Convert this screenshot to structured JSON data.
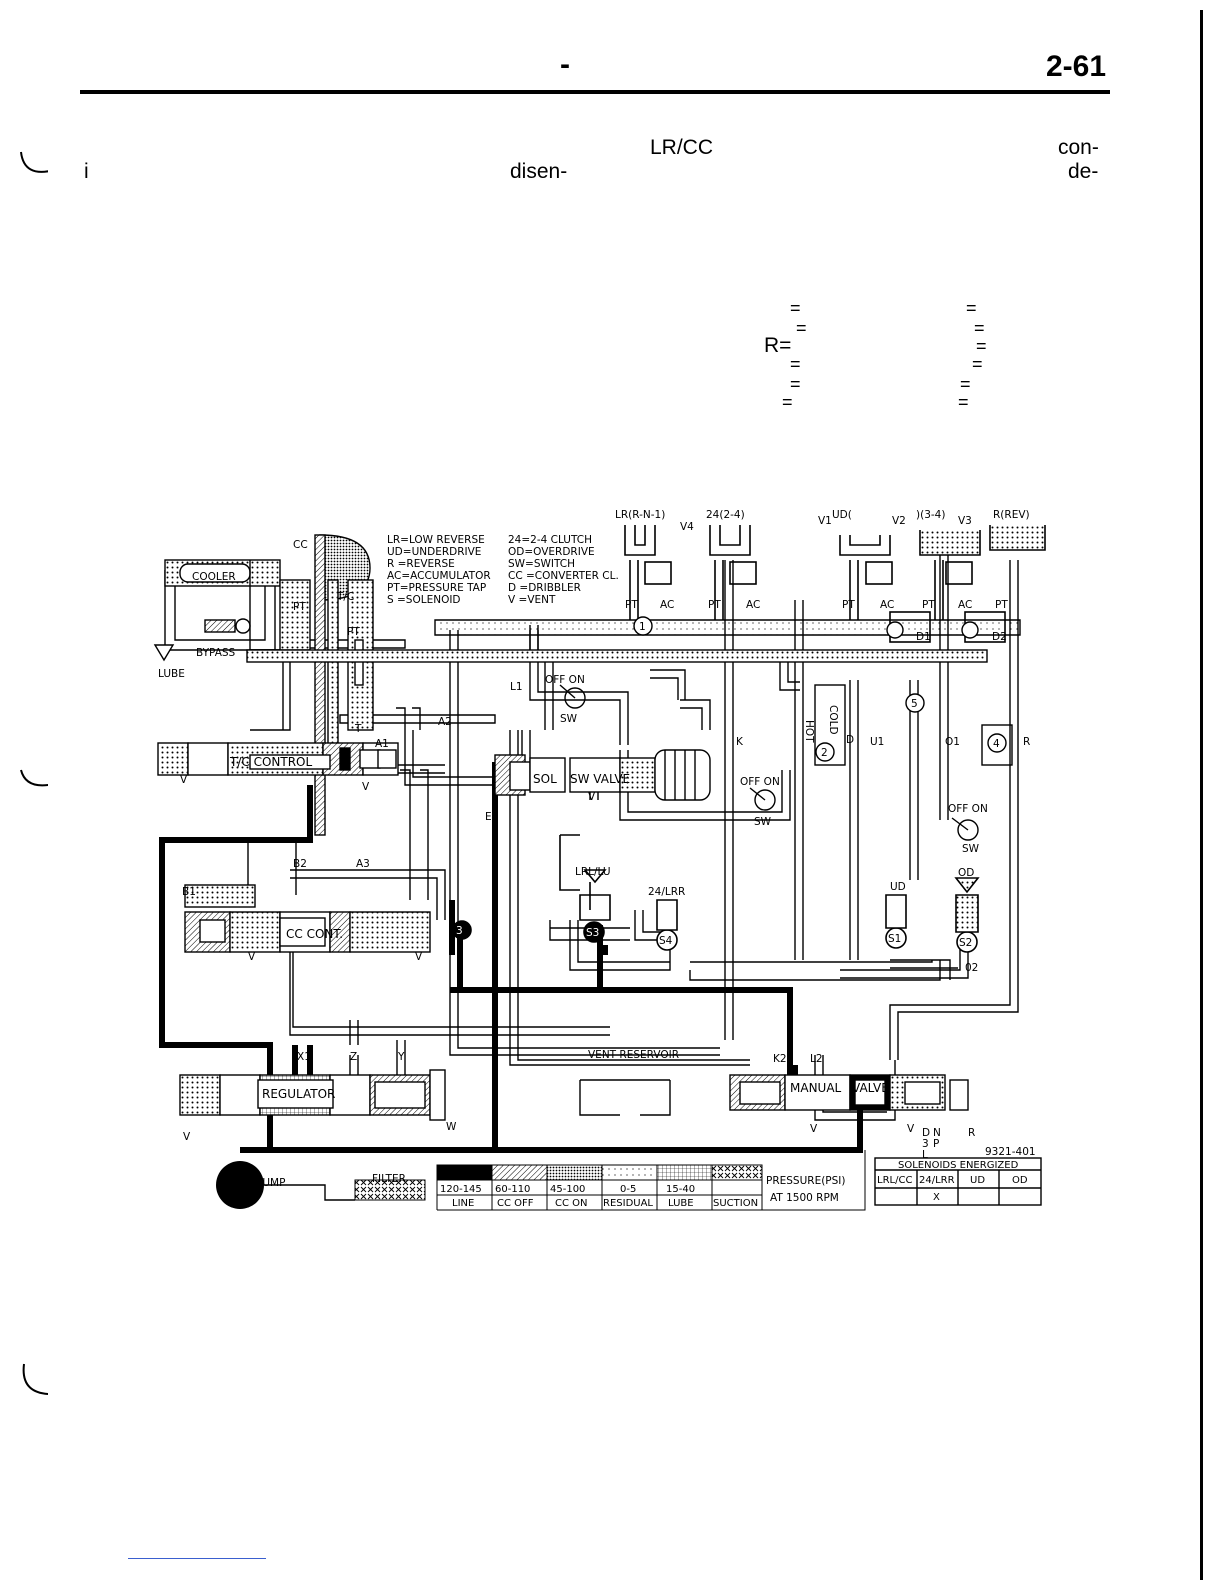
{
  "header": {
    "dash": "-",
    "page_number": "2-61"
  },
  "body_fragments": {
    "lrcc": "LR/CC",
    "con": "con-",
    "i": "i",
    "disen": "disen-",
    "de": "de-",
    "eq_r": "R=",
    "eq": "="
  },
  "figure": {
    "legend": [
      "LR=LOW REVERSE",
      "UD=UNDERDRIVE",
      "R =REVERSE",
      "AC=ACCUMULATOR",
      "PT=PRESSURE TAP",
      "S =SOLENOID",
      "24=2-4 CLUTCH",
      "OD=OVERDRIVE",
      "SW=SWITCH",
      "CC =CONVERTER CL.",
      "D =DRIBBLER",
      "V =VENT"
    ],
    "labels": {
      "cc": "CC",
      "cooler": "COOLER",
      "bypass": "BYPASS",
      "lube": "LUBE",
      "pt": "PT",
      "tc": "T/C",
      "t": "T",
      "a1": "A1",
      "a2": "A2",
      "a3": "A3",
      "b1": "B1",
      "b2": "B2",
      "v": "V",
      "e": "E",
      "tc_control": "T/C CONTROL",
      "cc_cont": "CC CONT.",
      "regulator": "REGULATOR",
      "pump": "PUMP",
      "filter": "FILTER",
      "x1": "X1",
      "z": "Z",
      "y": "Y",
      "w": "W",
      "sol": "SOL",
      "sw_valve": "SW VALVE",
      "l1": "L1",
      "off_on": "OFF  ON",
      "sw": "SW",
      "k": "K",
      "k2": "K2",
      "l2": "L2",
      "lrlu": "LRL/LU",
      "lr24": "24/LRR",
      "s1": "S1",
      "s2": "S2",
      "s3": "S3",
      "s4": "S4",
      "vent_reservoir": "VENT RESERVOIR",
      "manual": "MANUAL",
      "valve": "VALVE",
      "lr_rn1": "LR(R-N-1)",
      "v4": "V4",
      "c24": "24(2-4)",
      "v1": "V1",
      "ud": "UD(",
      "v2": "V2",
      "c34": ")(3-4)",
      "v3": "V3",
      "rrev": "R(REV)",
      "ac": "AC",
      "d1": "D1",
      "d2": "D2",
      "u1": "U1",
      "o1": "O1",
      "o2": "02",
      "r": "R",
      "ud2": "UD",
      "od": "OD",
      "hot": "HOT",
      "cold": "COLD",
      "d": "D",
      "c1": "1",
      "c2": "2",
      "c3": "3",
      "c4": "4",
      "c5": "5",
      "gear_d": "D",
      "gear_n": "N",
      "gear_r": "R",
      "gear_3": "3",
      "gear_p": "P",
      "gear_l": "L",
      "fig_id": "9321-401"
    },
    "pressure_table": {
      "values": [
        "120-145",
        "60-110",
        "45-100",
        "0-5",
        "15-40",
        ""
      ],
      "names": [
        "LINE",
        "CC OFF",
        "CC ON",
        "RESIDUAL",
        "LUBE",
        "SUCTION"
      ],
      "caption1": "PRESSURE(PSI)",
      "caption2": "AT 1500 RPM"
    },
    "solenoid_table": {
      "title": "SOLENOIDS ENERGIZED",
      "headers": [
        "LRL/CC",
        "24/LRR",
        "UD",
        "OD"
      ],
      "row": [
        "",
        "X",
        "",
        ""
      ]
    }
  }
}
